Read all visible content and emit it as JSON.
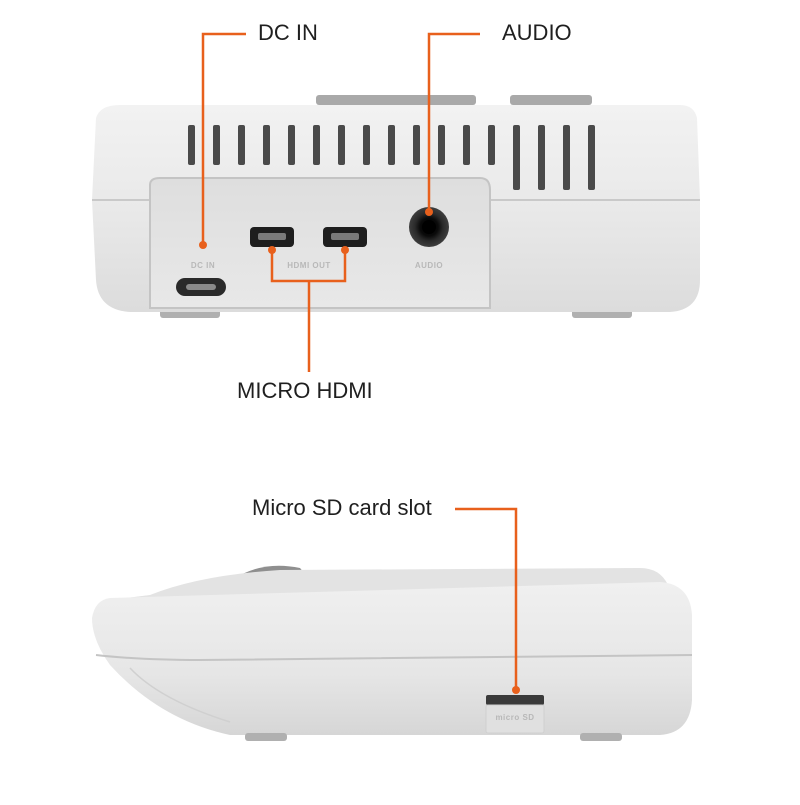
{
  "callouts": {
    "dc_in": "DC IN",
    "audio": "AUDIO",
    "micro_hdmi": "MICRO HDMI",
    "micro_sd": "Micro SD card slot"
  },
  "port_labels": {
    "dc_in": "DC IN",
    "hdmi_out": "HDMI OUT",
    "audio": "AUDIO",
    "micro_sd": "micro SD"
  },
  "colors": {
    "leader_line": "#e8601c",
    "console_body": "#e6e6e6",
    "console_shadow": "#b5b5b5",
    "port_black": "#1c1c1c"
  }
}
